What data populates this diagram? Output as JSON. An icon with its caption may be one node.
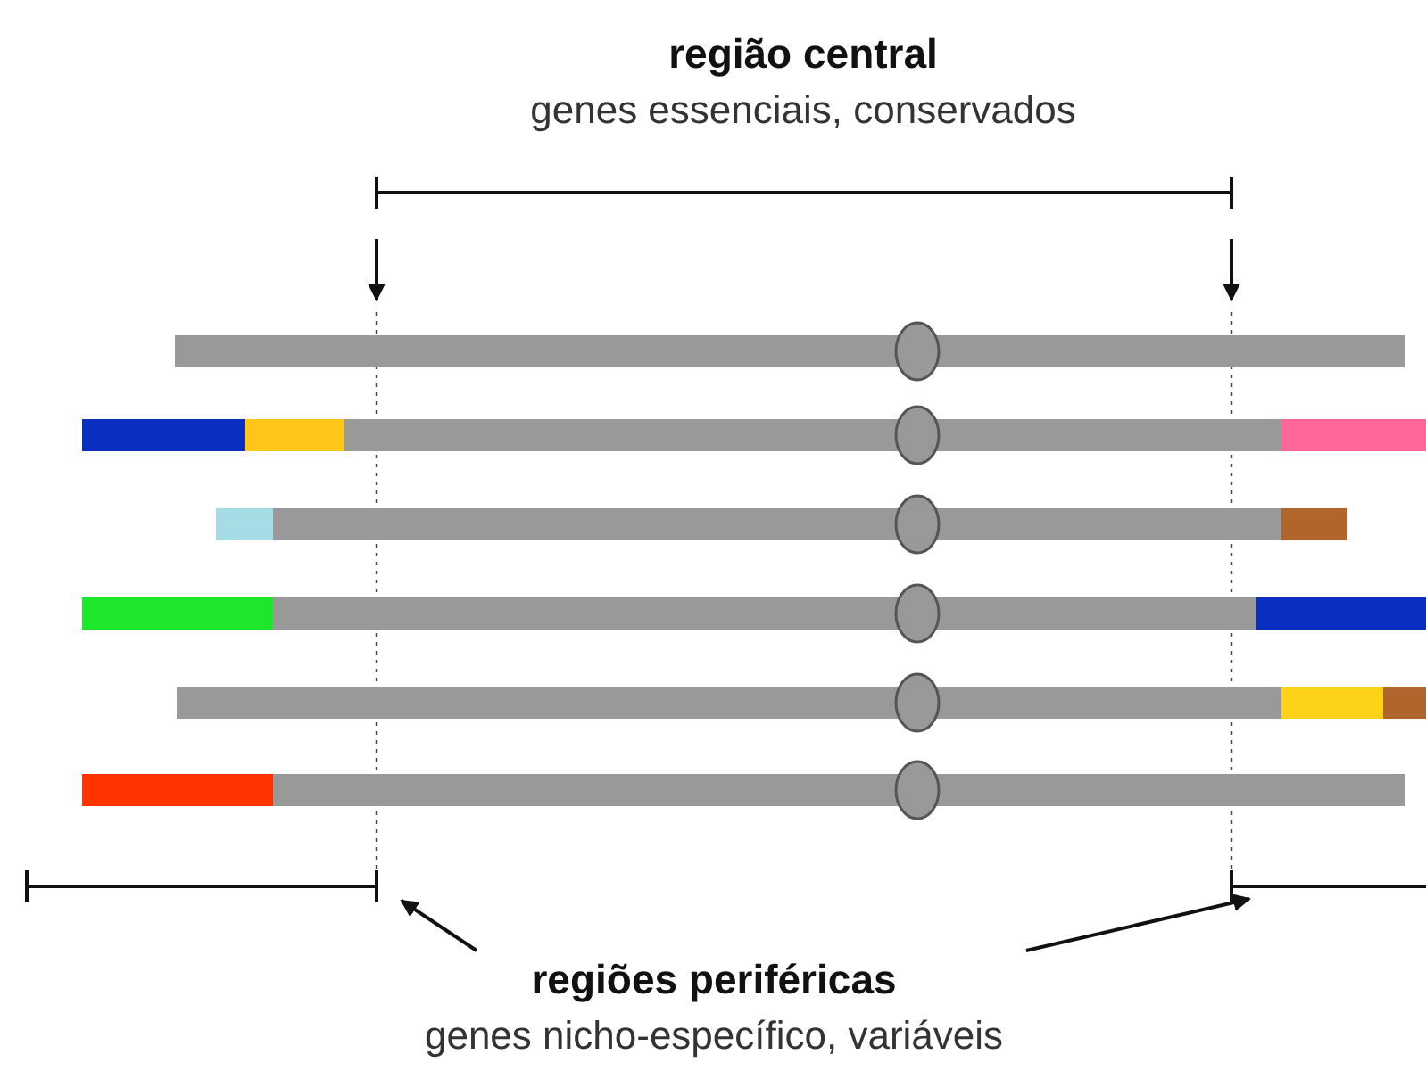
{
  "diagram": {
    "nodes": [
      {
        "text": [
          "região central",
          "genes essenciais, conservados"
        ]
      },
      {
        "text": [
          "regiões periféricas",
          "genes nicho-específico, variáveis"
        ]
      }
    ],
    "edges": [
      {
        "from": 1,
        "to": null,
        "arrow": "to"
      },
      {
        "from": 1,
        "to": null,
        "arrow": "to"
      }
    ]
  }
}
